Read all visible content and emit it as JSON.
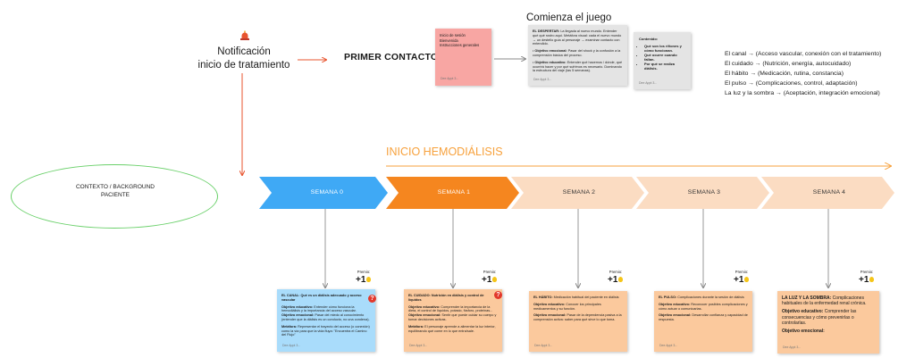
{
  "header": {
    "notificacion": "Notificación\ninicio de tratamiento",
    "primer_contacto": "PRIMER CONTACTO",
    "comienza": "Comienza el juego"
  },
  "sticky_pink": {
    "lines": [
      "Inicio de sesión",
      "Bienvenida",
      "Instrucciones generales"
    ],
    "sign": "Dee Appt 3..."
  },
  "sticky_despertar": {
    "title": "EL DESPERTAR:",
    "intro": "La llegada al nuevo mundo. Entender qué qué rostro aquí. Metáfora visual: cada el nuevo mundo → un destello guía al personaje → examinar contacto con entendido.",
    "obj_emocional_label": "Objetivo emocional:",
    "obj_emocional": "Pasar del shock y la confusión a la comprensión básica del proceso.",
    "obj_educativo_label": "Objetivo educativo:",
    "obj_educativo": "Entender qué hacemos / dónde, qué ocurrirá hacer y por qué sufrimos es necesario. Dominando la estructura del viaje (las 5 semanas).",
    "sign": "Dee Appt 3..."
  },
  "sticky_contenido": {
    "title": "Contenido:",
    "items": [
      "Qué son los riñones y cómo funcionan.",
      "Qué ocurre cuando fallan.",
      "Por qué se realiza diálisis."
    ],
    "sign": "Dee Appt 3..."
  },
  "conceptos": [
    "El canal → (Acceso vascular, conexión con el tratamiento)",
    "El cuidado → (Nutrición, energía, autocuidado)",
    "El hábito → (Medicación, rutina, constancia)",
    "El pulso → (Complicaciones, control, adaptación)",
    "La luz y la sombra → (Aceptación, integración emocional)"
  ],
  "contexto": "CONTEXTO / BACKGROUND\nPACIENTE",
  "inicio_hemodialisis": "INICIO HEMODIÁLISIS",
  "colors": {
    "blue": "#3fa9f5",
    "orange": "#f5861f",
    "peach": "#fbdcc2",
    "pink": "#f8a6a3",
    "grey": "#e4e4e4",
    "red_arrow": "#e8542f",
    "orange_arrow": "#f7a13c",
    "ellipse_green": "#6ad06a"
  },
  "semanas": [
    {
      "label": "SEMANA 0",
      "premio": "Premio:",
      "reward": "+1"
    },
    {
      "label": "SEMANA 1",
      "premio": "Premio:",
      "reward": "+1"
    },
    {
      "label": "SEMANA 2",
      "premio": "Premio:",
      "reward": "+1"
    },
    {
      "label": "SEMANA 3",
      "premio": "Premio:",
      "reward": "+1"
    },
    {
      "label": "SEMANA 4",
      "premio": "Premio:",
      "reward": "+1"
    }
  ],
  "cards": [
    {
      "title": "EL CANAL:",
      "subtitle": "Qué es un diálisis adecuado y acceso vascular",
      "p1_label": "Objetivo educativo:",
      "p1": "Entender cómo funciona la hemodiálisis y la importancia del acceso vascular.",
      "p2_label": "Objetivo emocional:",
      "p2": "Pasar del miedo al conocimiento (entender que la diálisis es un conducto, no una condena).",
      "p3_label": "Metáfora:",
      "p3": "Representar el trayecto del acceso (o conexión) como la vía para que la vida fluya: \"Encuentra el Camino del Flujo\"",
      "sign": "Dee Appt 3..."
    },
    {
      "title": "EL CUIDADO:",
      "subtitle": "Nutrición en diálisis y control de líquidos",
      "p1_label": "Objetivo educativo:",
      "p1": "Comprender la importancia de la dieta, el control de líquidos, potasio, fósforo, proteínas...",
      "p2_label": "Objetivo emocional:",
      "p2": "Sentir que puede cuidar su cuerpo y tomar decisiones activas.",
      "p3_label": "Metáfora:",
      "p3": "El personaje aprende a alimentar la luz interior, equilibrando qué come en lo que entra/sale.",
      "sign": "Dee Appt 3..."
    },
    {
      "title": "EL HÁBITO:",
      "subtitle": "Medicación habitual del paciente en diálisis",
      "p1_label": "Objetivo educativo:",
      "p1": "Conocer los principales medicamentos y su función.",
      "p2_label": "Objetivo emocional:",
      "p2": "Pasar de la dependencia pasiva a la comprensión activa: saber para qué sirve lo que toma.",
      "p3_label": "",
      "p3": "",
      "sign": "Dee Appt 3..."
    },
    {
      "title": "EL PULSO:",
      "subtitle": "Complicaciones durante la sesión de diálisis",
      "p1_label": "Objetivo educativo:",
      "p1": "Reconocer posibles complicaciones y cómo actuar o comunicarlas.",
      "p2_label": "Objetivo emocional:",
      "p2": "Desarrollar confianza y capacidad de respuesta.",
      "p3_label": "",
      "p3": "",
      "sign": "Dee Appt 3..."
    },
    {
      "title": "LA LUZ Y LA SOMBRA:",
      "subtitle": "Complicaciones habituales de la enfermedad renal crónica.",
      "p1_label": "Objetivo educativo:",
      "p1": "Comprender las consecuencias y cómo prevenirlas o controlarlas.",
      "p2_label": "Objetivo emocional:",
      "p2": "",
      "p3_label": "",
      "p3": "",
      "sign": "Dee Appt 3..."
    }
  ]
}
